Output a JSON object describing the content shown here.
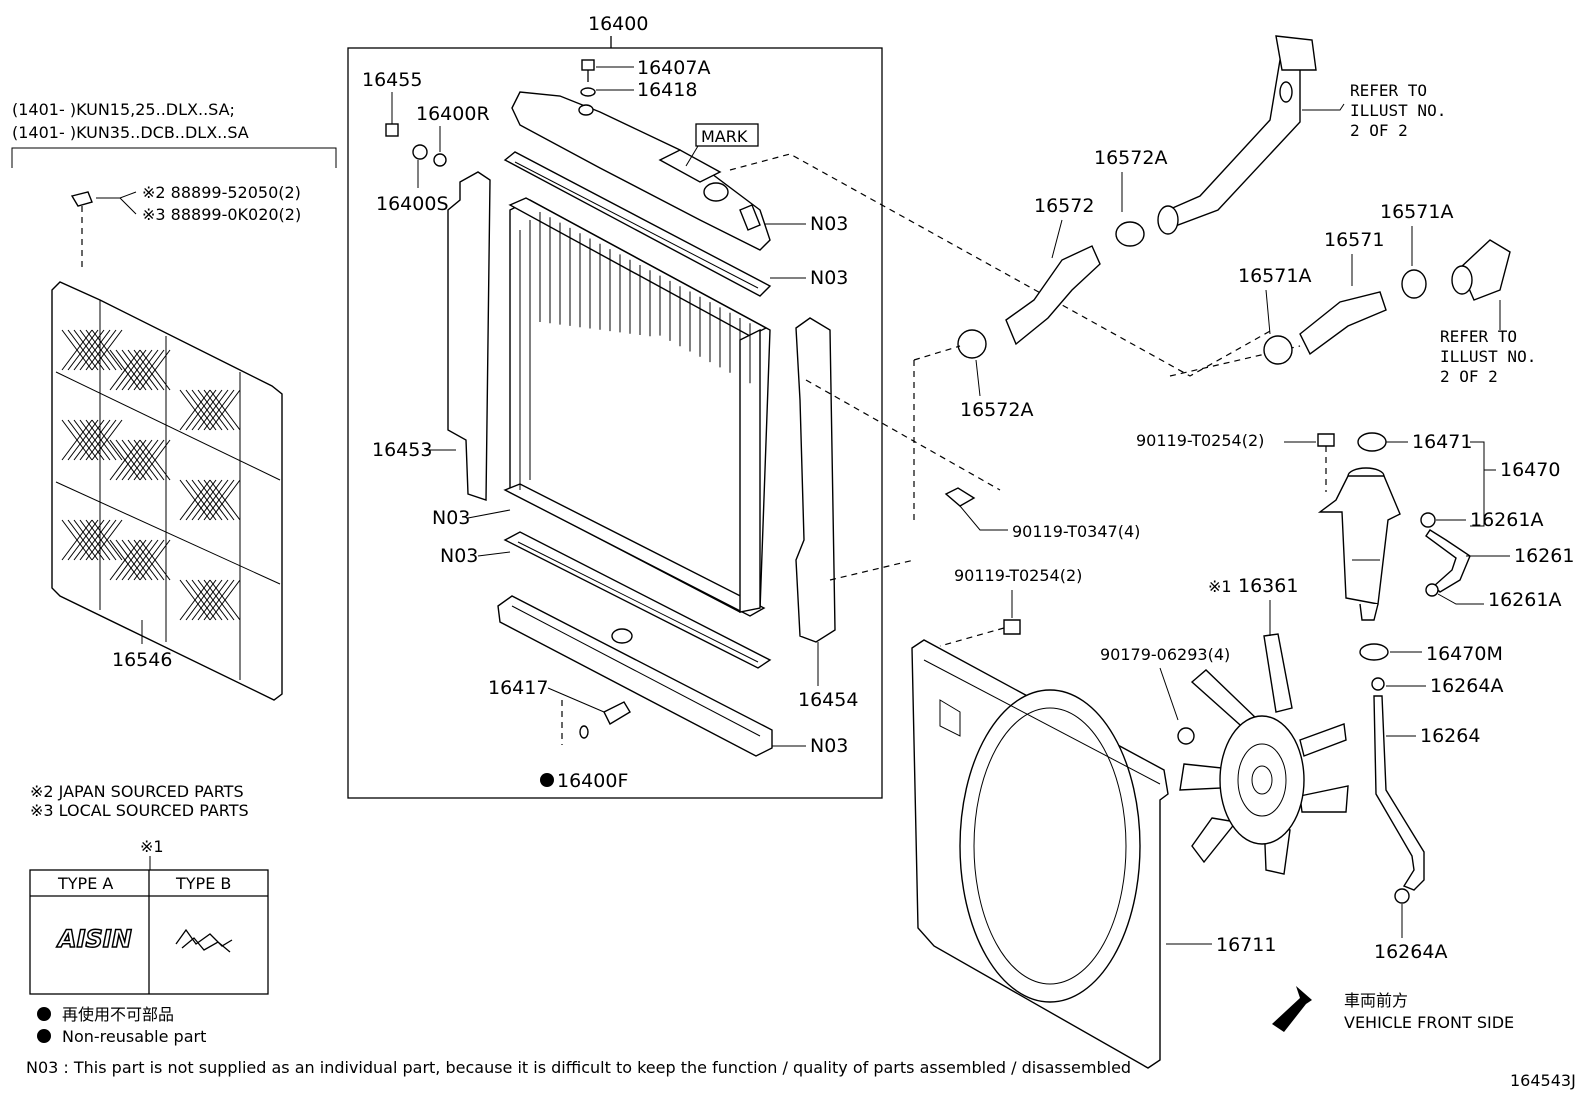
{
  "header": {
    "main_part": "16400",
    "applicability_line1": "(1401-        )KUN15,25..DLX..SA;",
    "applicability_line2": "(1401-        )KUN35..DCB..DLX..SA"
  },
  "callouts": {
    "p16455": "16455",
    "p16407A": "16407A",
    "p16418": "16418",
    "p16400R": "16400R",
    "mark": "MARK",
    "p16400S": "16400S",
    "n03_a": "N03",
    "n03_b": "N03",
    "n03_c": "N03",
    "n03_d": "N03",
    "n03_e": "N03",
    "p16453": "16453",
    "p16454": "16454",
    "p16417": "16417",
    "p16400F": "16400F",
    "p16572A_top": "16572A",
    "p16572": "16572",
    "p16572A_bot": "16572A",
    "refer1_l1": "REFER TO",
    "refer1_l2": "ILLUST NO.",
    "refer1_l3": "2 OF 2",
    "p16571A_top": "16571A",
    "p16571": "16571",
    "p16571A_left": "16571A",
    "refer2_l1": "REFER TO",
    "refer2_l2": "ILLUST NO.",
    "refer2_l3": "2 OF 2",
    "bolt_t0254_a": "90119-T0254(2)",
    "p16471": "16471",
    "p16470": "16470",
    "p16261A_top": "16261A",
    "p16261": "16261",
    "p16261A_bot": "16261A",
    "bolt_t0347": "90119-T0347(4)",
    "bolt_t0254_b": "90119-T0254(2)",
    "fan_mark": "※1",
    "p16361": "16361",
    "nut_06293": "90179-06293(4)",
    "p16470M": "16470M",
    "p16264A_top": "16264A",
    "p16264": "16264",
    "p16711": "16711",
    "p16264A_bot": "16264A",
    "bolt_52050": "※2 88899-52050(2)",
    "bolt_0K020": "※3 88899-0K020(2)",
    "p16546": "16546"
  },
  "notes": {
    "japan": "※2 JAPAN SOURCED PARTS",
    "local": "※3 LOCAL SOURCED PARTS",
    "table_mark": "※1",
    "type_a": "TYPE A",
    "type_b": "TYPE B",
    "aisin_logo": "AISIN",
    "nonreusable_jp": "再使用不可部品",
    "nonreusable_en": "Non-reusable part",
    "front_jp": "車両前方",
    "front_en": "VEHICLE FRONT SIDE",
    "n03_note": "N03 : This part is not supplied as an individual part, because it is difficult to keep the function / quality of parts assembled / disassembled",
    "illustration_id": "164543J"
  }
}
